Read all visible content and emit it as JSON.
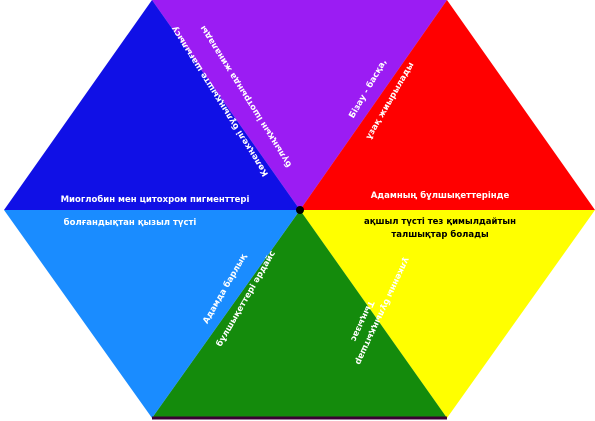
{
  "diagram": {
    "segments": [
      {
        "id": "violet",
        "color": "#9b1cf3",
        "lines": [
          "Көлеңкелі бұлыңқыште шағылысу",
          "бүлыңқын ішотрында жиналады"
        ]
      },
      {
        "id": "red",
        "color": "#ff0000",
        "lines": [
          "Бізау - басқа,",
          "ұзақ жиырылады",
          "Адамның бұлшықеттерінде"
        ]
      },
      {
        "id": "yellow",
        "color": "#ffff00",
        "lines": [
          "ақшыл түсті тез қимылдайтын",
          "талшықтар болады"
        ]
      },
      {
        "id": "green",
        "color": "#148b0c",
        "lines": [
          "ұлкенны бұлыңқытшар",
          "Тыңызас",
          "Адамда барлық",
          "бұлшықеттері әрдайс"
        ]
      },
      {
        "id": "lightblue",
        "color": "#1a8cff",
        "lines": [
          "болғандықтан қызыл түсті"
        ]
      },
      {
        "id": "blue",
        "color": "#1010e6",
        "lines": [
          "Миоглобин мен цитохром пигменттері"
        ]
      }
    ]
  }
}
